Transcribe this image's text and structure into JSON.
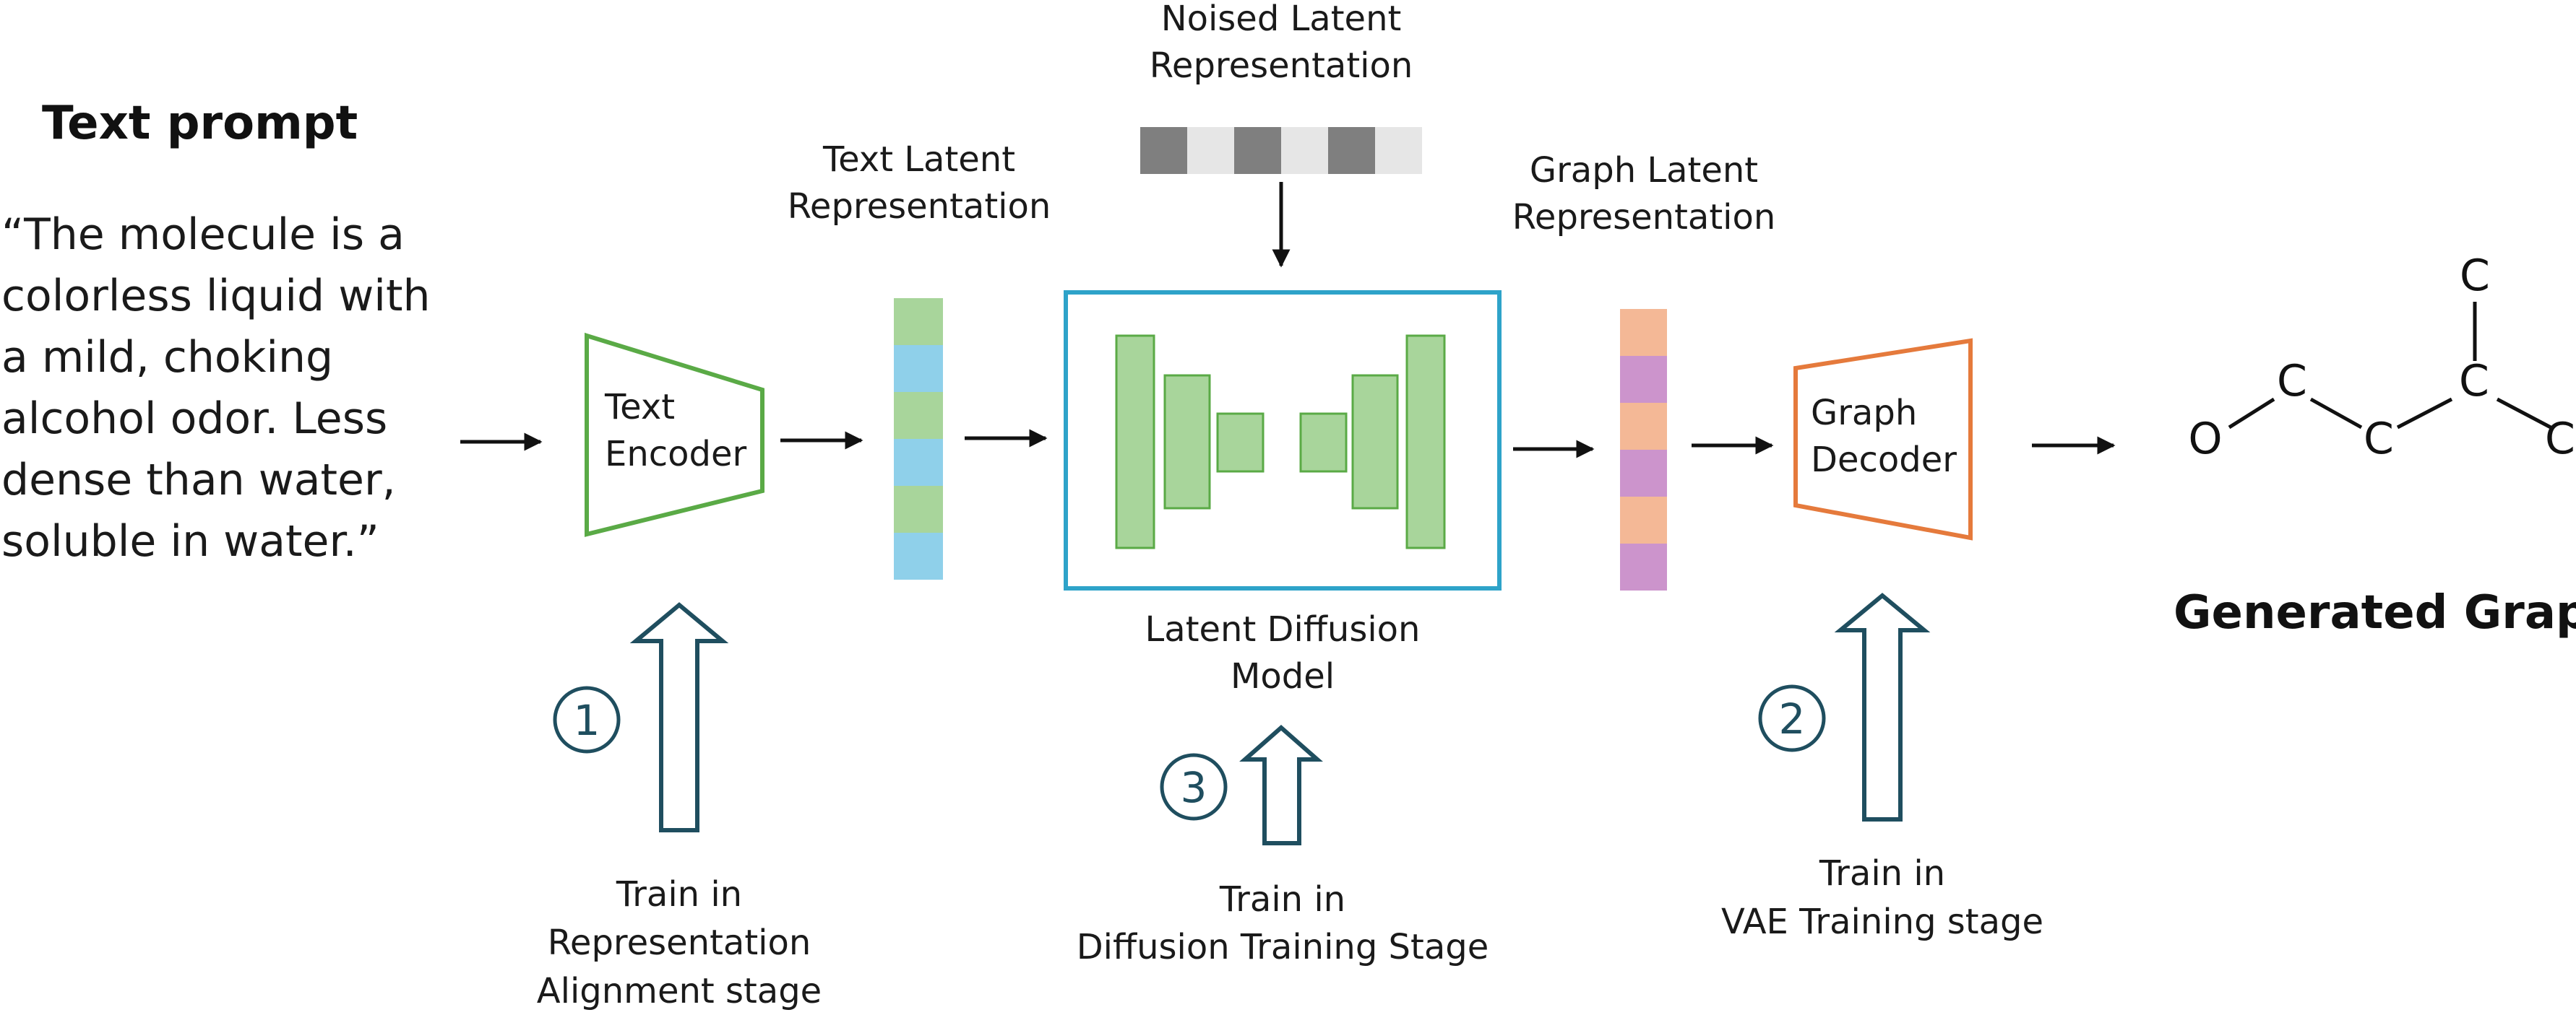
{
  "prompt": {
    "heading": "Text prompt",
    "lines": [
      "“The molecule is a",
      "colorless liquid with",
      "a mild, choking",
      "alcohol odor. Less",
      "dense than water,",
      "soluble in water.”"
    ]
  },
  "text_encoder": {
    "line1": "Text",
    "line2": "Encoder",
    "color": "#5aaa46"
  },
  "text_latent": {
    "line1": "Text Latent",
    "line2": "Representation",
    "colors": [
      "#a8d59b",
      "#8fd0ea"
    ]
  },
  "noised_latent": {
    "line1": "Noised Latent",
    "line2": "Representation",
    "colors": [
      "#7f7f7f",
      "#e6e6e6"
    ]
  },
  "diffusion": {
    "line1": "Latent Diffusion",
    "line2": "Model",
    "frame_color": "#2ea3c9",
    "block_fill": "#a8d59b",
    "block_stroke": "#5aaa46"
  },
  "graph_latent": {
    "line1": "Graph Latent",
    "line2": "Representation",
    "colors": [
      "#f4b896",
      "#cc94cc"
    ]
  },
  "graph_decoder": {
    "line1": "Graph",
    "line2": "Decoder",
    "color": "#e57a3c"
  },
  "molecule": {
    "atoms": [
      "C",
      "O",
      "C",
      "C",
      "C",
      "C"
    ],
    "caption": "Generated Graph"
  },
  "stages": [
    {
      "number": "1",
      "line1": "Train in",
      "line2": "Representation",
      "line3": "Alignment stage"
    },
    {
      "number": "2",
      "line1": "Train in",
      "line2": "VAE Training stage"
    },
    {
      "number": "3",
      "line1": "Train in",
      "line2": "Diffusion Training Stage"
    }
  ],
  "stage_arrow_color": "#1f4e5f"
}
